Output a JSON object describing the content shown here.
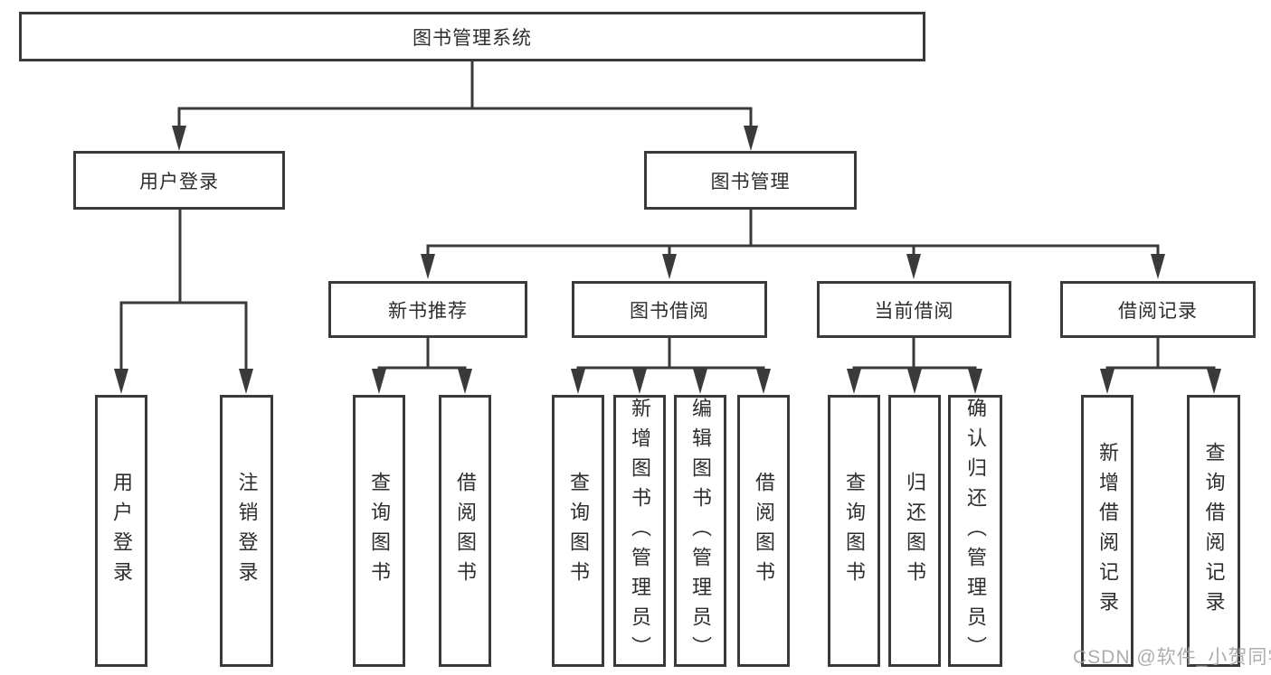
{
  "tree": {
    "root": "图书管理系统",
    "branches": [
      {
        "label": "用户登录",
        "children": [
          "用户登录",
          "注销登录"
        ]
      },
      {
        "label": "图书管理",
        "groups": [
          {
            "label": "新书推荐",
            "children": [
              "查询图书",
              "借阅图书"
            ]
          },
          {
            "label": "图书借阅",
            "children": [
              "查询图书",
              "新增图书（管理员）",
              "编辑图书（管理员）",
              "借阅图书"
            ]
          },
          {
            "label": "当前借阅",
            "children": [
              "查询图书",
              "归还图书",
              "确认归还（管理员）"
            ]
          },
          {
            "label": "借阅记录",
            "children": [
              "新增借阅记录",
              "查询借阅记录"
            ]
          }
        ]
      }
    ]
  },
  "watermark": "CSDN @软件_小贺同学",
  "colors": {
    "line": "#3a3a3a",
    "text": "#2d2d2d",
    "background": "#ffffff",
    "watermark": "#a4a4a4"
  }
}
